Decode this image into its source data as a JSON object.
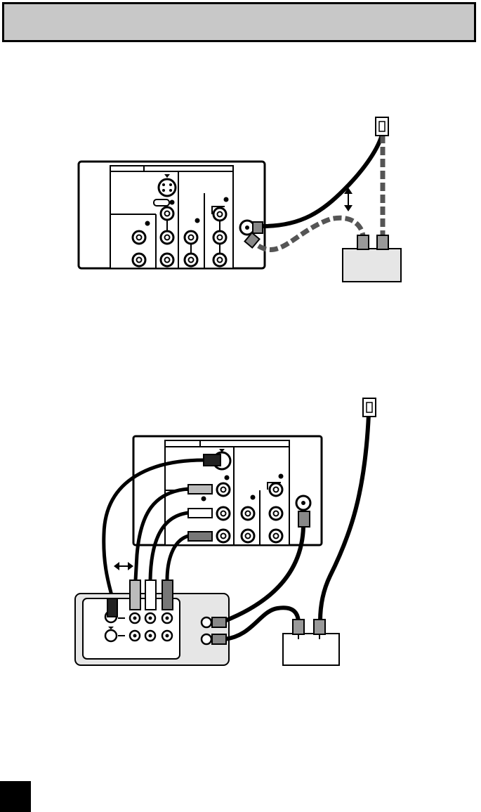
{
  "page": {
    "header_bar_fill": "#c8c8c8",
    "page_marker_color": "#000000",
    "cable_dark_color": "#000000",
    "cable_dashed_color": "#555555",
    "box_fill": "#e6e6e6"
  },
  "diagram_1": {
    "components": [
      "tv-back-panel",
      "wall-antenna-outlet",
      "splitter-box",
      "dashed-cable",
      "solid-cable"
    ],
    "icons": [
      "double-arrow-vertical-icon"
    ]
  },
  "diagram_2": {
    "components": [
      "tv-back-panel",
      "vcr-back-panel",
      "wall-antenna-outlet",
      "splitter-box",
      "av-cables"
    ],
    "icons": [
      "double-arrow-horizontal-icon"
    ]
  }
}
